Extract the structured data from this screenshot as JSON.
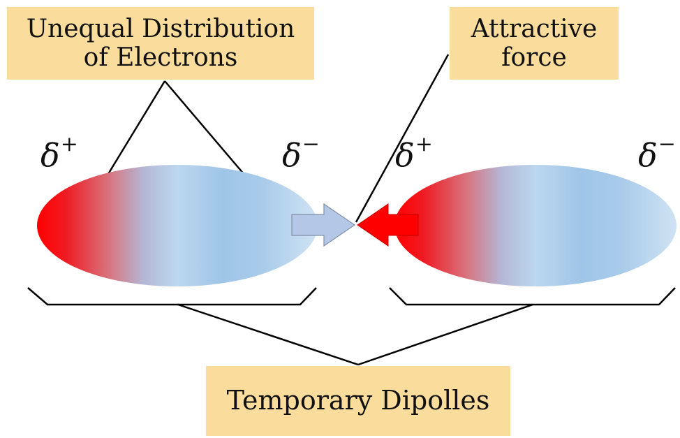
{
  "labels": {
    "unequal_line1": "Unequal Distribution",
    "unequal_line2": "of Electrons",
    "attractive_line1": "Attractive",
    "attractive_line2": "force",
    "temporary": "Temporary Dipolles"
  },
  "charges": {
    "left_positive": "δ",
    "left_positive_sign": "+",
    "left_negative": "δ",
    "left_negative_sign": "−",
    "right_positive": "δ",
    "right_positive_sign": "+",
    "right_negative": "δ",
    "right_negative_sign": "−"
  },
  "colors": {
    "label_background": "#fadd9c",
    "positive_red": "#ff0000",
    "negative_blue": "#9fc5e8",
    "arrow_blue": "#b4c7e7",
    "arrow_red": "#ff0000",
    "lines": "#000000"
  }
}
